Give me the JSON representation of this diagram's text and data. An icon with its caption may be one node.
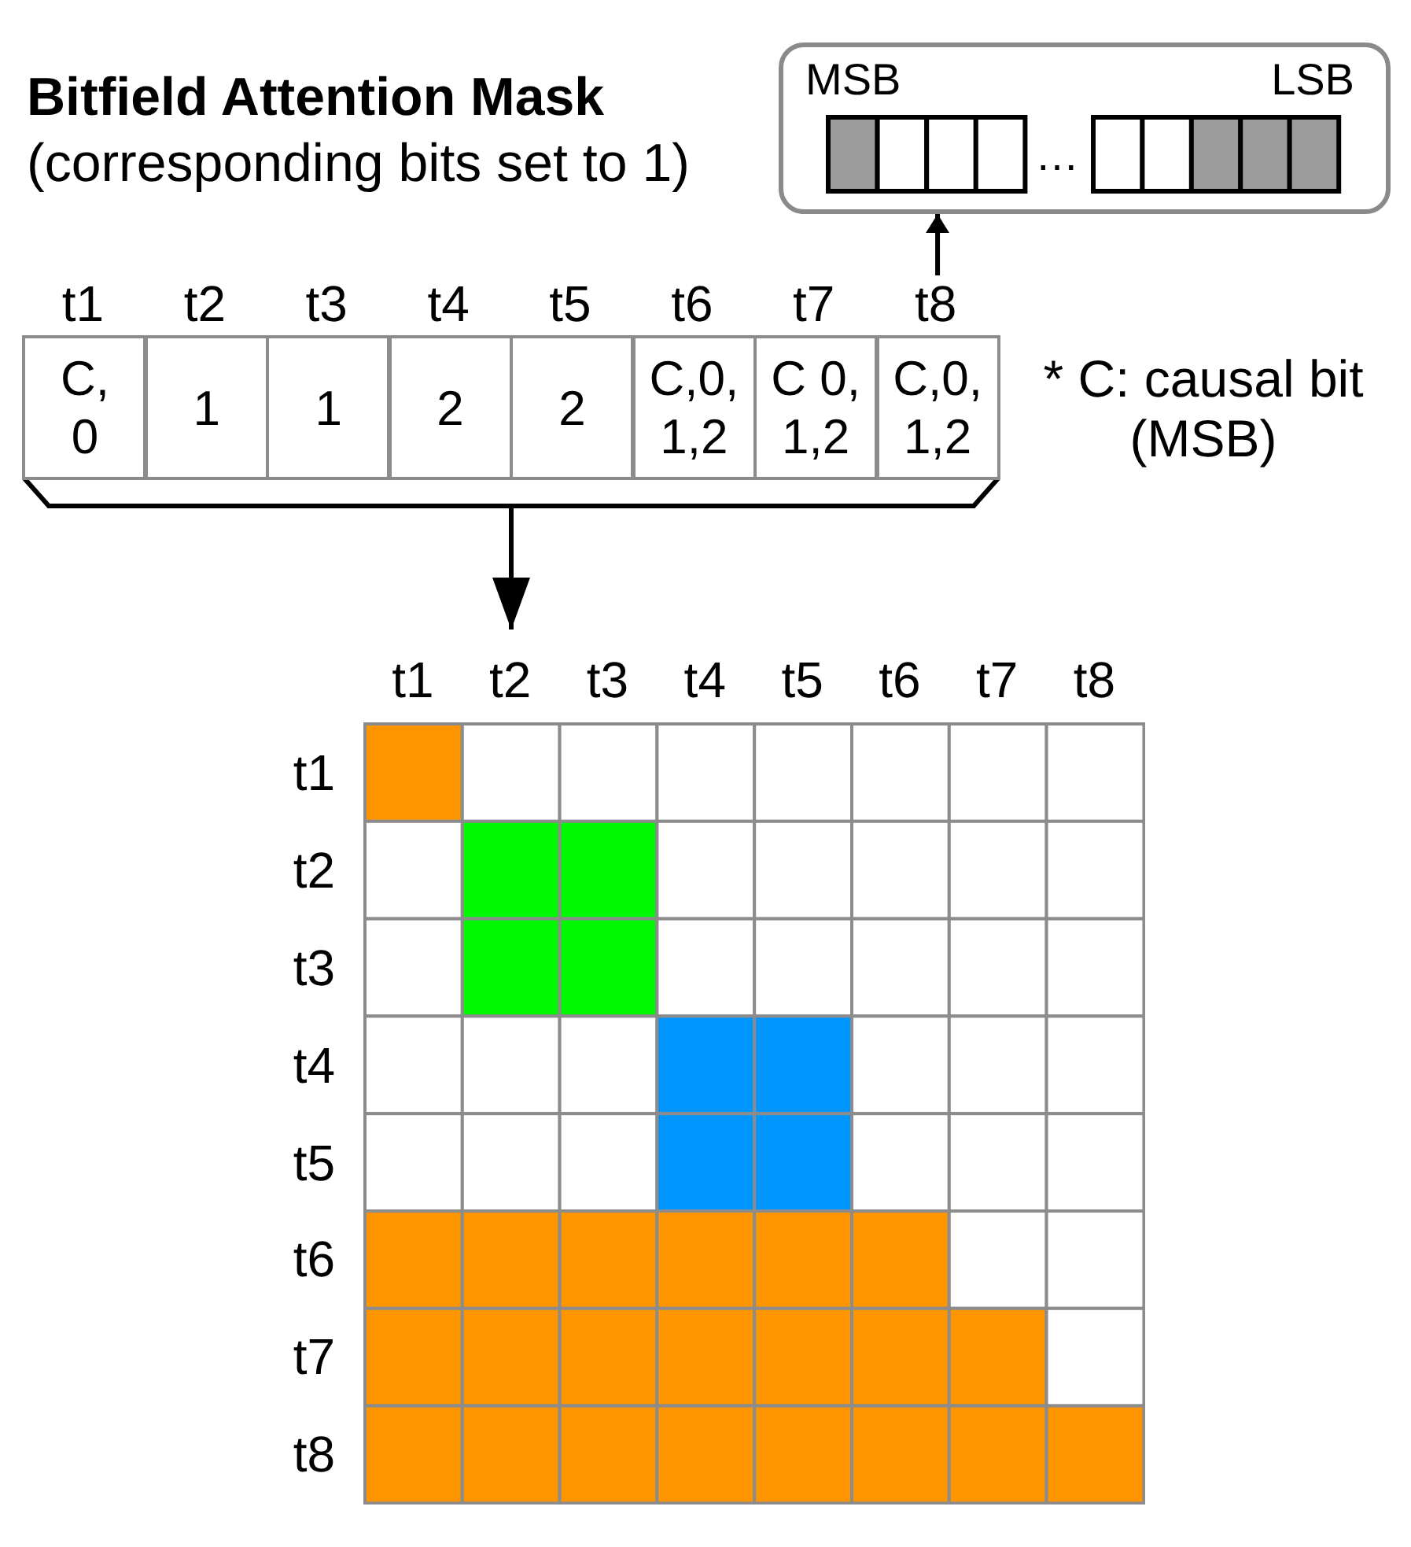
{
  "diagram": {
    "title": "Bitfield Attention Mask",
    "nodes": [
      {
        "text": [
          "MSB",
          "LSB",
          "…"
        ]
      },
      {
        "text": [],
        "shape": "bracket",
        "beside": [
          "* C: causal bit (MSB)"
        ]
      },
      {
        "text": [
          "t1",
          "C, 0"
        ],
        "in": 1
      },
      {
        "text": [
          "t2",
          "1"
        ],
        "in": 1
      },
      {
        "text": [
          "t3",
          "1"
        ],
        "in": 1
      },
      {
        "text": [
          "t4",
          "2"
        ],
        "in": 1
      },
      {
        "text": [
          "t5",
          "2"
        ],
        "in": 1
      },
      {
        "text": [
          "t6",
          "C,0, 1,2"
        ],
        "in": 1
      },
      {
        "text": [
          "t7",
          "C 0, 1,2"
        ],
        "in": 1
      },
      {
        "text": [
          "t8",
          "C,0, 1,2"
        ],
        "in": 1
      },
      {
        "text": [
          "t1",
          "t2",
          "t3",
          "t4",
          "t5",
          "t6",
          "t7",
          "t8",
          "t1",
          "t2",
          "t3",
          "t4",
          "t5",
          "t6",
          "t7",
          "t8"
        ]
      }
    ],
    "edges": [
      {
        "from": 9,
        "to": 0,
        "arrow": "to"
      },
      {
        "from": 1,
        "to": 10,
        "arrow": "to"
      }
    ],
    "labels": [
      "(corresponding bits set to 1)"
    ]
  }
}
